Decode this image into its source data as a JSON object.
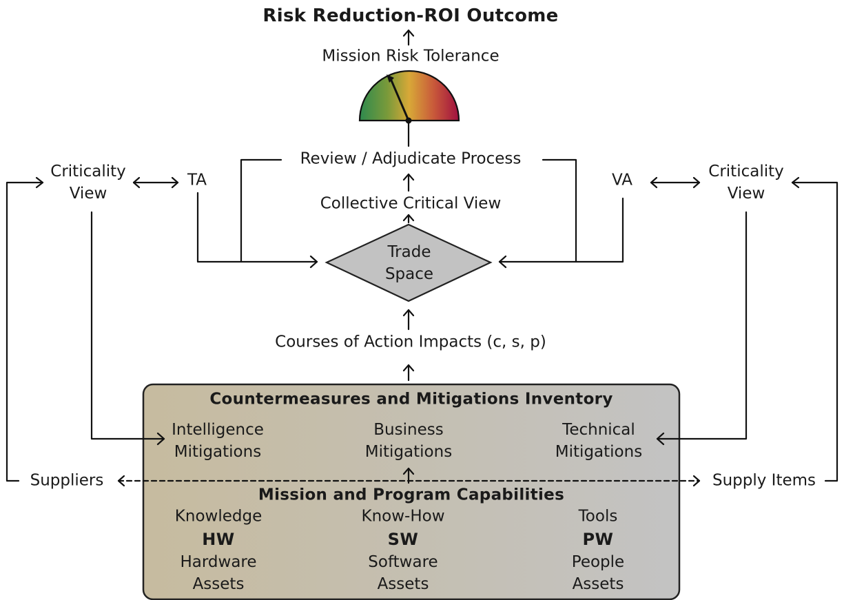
{
  "diagram": {
    "outcome": "Risk Reduction-ROI Outcome",
    "risk_tolerance": "Mission Risk Tolerance",
    "gauge": {
      "gradient_colors": [
        "#2e8a4e",
        "#7a9a3a",
        "#d8a838",
        "#c8583a",
        "#a01040"
      ]
    },
    "review": "Review / Adjudicate Process",
    "collective": "Collective Critical View",
    "trade_space": [
      "Trade",
      "Space"
    ],
    "courses": "Courses of Action Impacts (c, s, p)",
    "criticality_left": [
      "Criticality",
      "View"
    ],
    "criticality_right": [
      "Criticality",
      "View"
    ],
    "ta": "TA",
    "va": "VA",
    "suppliers": "Suppliers",
    "supply_items": "Supply Items",
    "inventory": {
      "title": "Countermeasures and Mitigations Inventory",
      "gradient_colors": [
        "#c6bb9f",
        "#c3c3c3"
      ],
      "mitigations": [
        [
          "Intelligence",
          "Mitigations"
        ],
        [
          "Business",
          "Mitigations"
        ],
        [
          "Technical",
          "Mitigations"
        ]
      ]
    },
    "capabilities": {
      "title": "Mission and Program Capabilities",
      "top_row": [
        "Knowledge",
        "Know-How",
        "Tools"
      ],
      "abbr_row": [
        "HW",
        "SW",
        "PW"
      ],
      "assets": [
        [
          "Hardware",
          "Assets"
        ],
        [
          "Software",
          "Assets"
        ],
        [
          "People",
          "Assets"
        ]
      ]
    }
  }
}
